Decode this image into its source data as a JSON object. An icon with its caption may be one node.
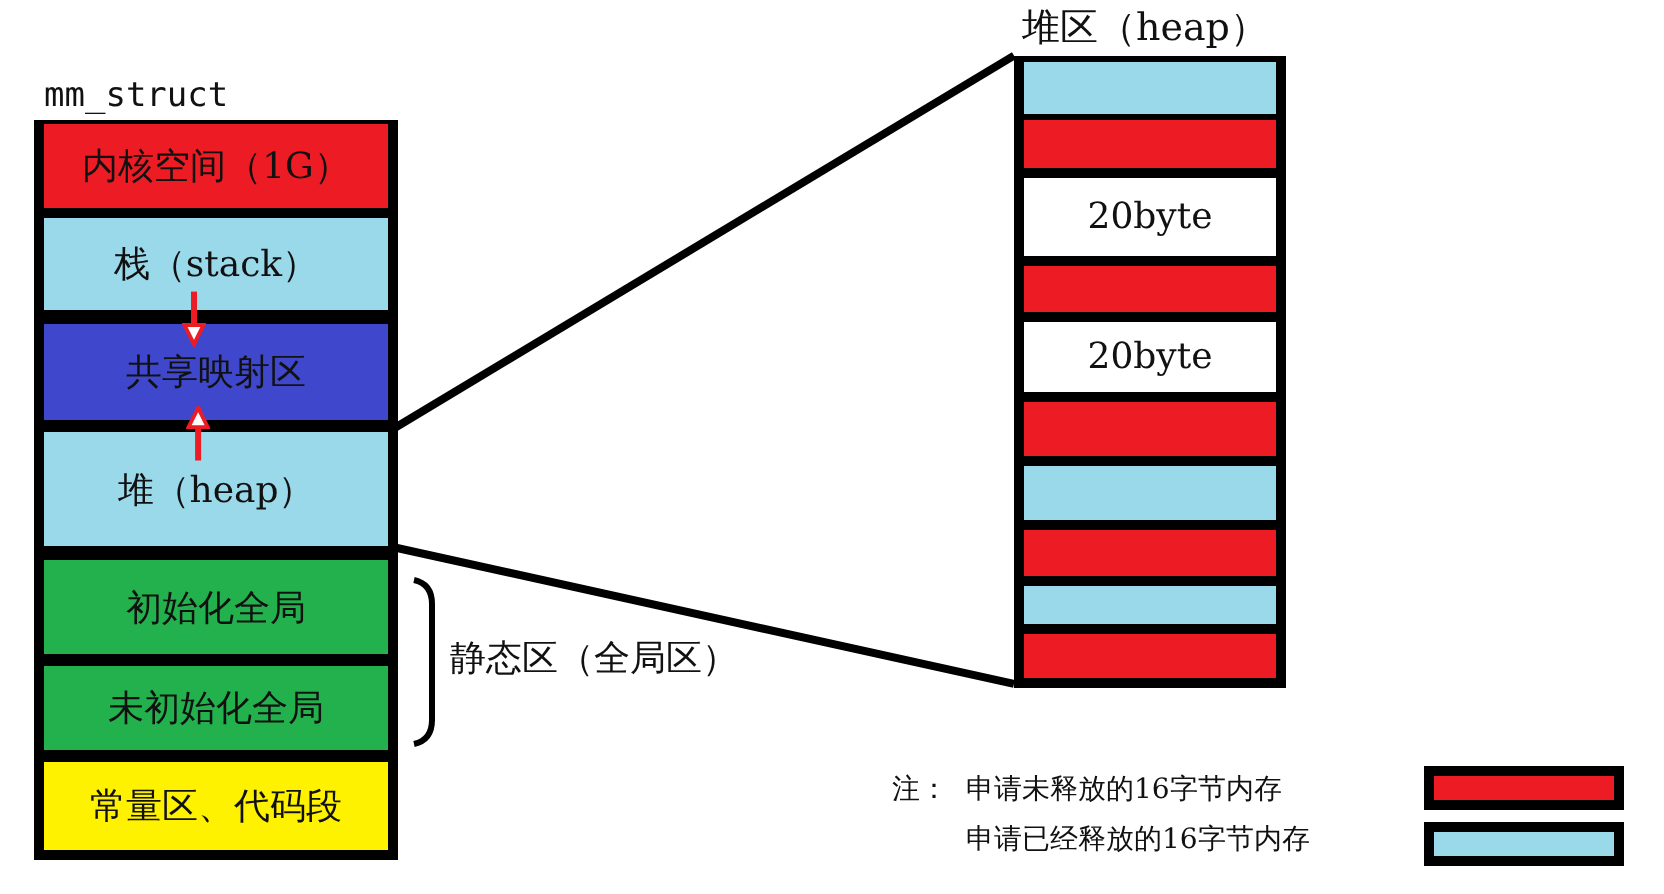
{
  "diagram": {
    "nodes": [
      {
        "text": [
          "mm_struct"
        ]
      },
      {
        "text": [
          "内核空间（1G）"
        ],
        "in": 0
      },
      {
        "text": [
          "栈（stack）"
        ],
        "in": 0
      },
      {
        "text": [
          "共享映射区"
        ],
        "in": 0
      },
      {
        "text": [
          "堆（heap）"
        ],
        "in": 0
      },
      {
        "text": [
          "初始化全局"
        ],
        "in": 0
      },
      {
        "text": [
          "未初始化全局"
        ],
        "in": 0
      },
      {
        "text": [
          "常量区、代码段"
        ],
        "in": 0
      },
      {
        "text": [
          "堆区（heap）"
        ]
      },
      {
        "text": [],
        "shape": "bar",
        "in": 8
      },
      {
        "text": [],
        "shape": "bar",
        "in": 8
      },
      {
        "text": [
          "20byte"
        ],
        "in": 8
      },
      {
        "text": [],
        "shape": "bar",
        "in": 8
      },
      {
        "text": [
          "20byte"
        ],
        "in": 8
      },
      {
        "text": [],
        "shape": "bar",
        "in": 8
      },
      {
        "text": [],
        "shape": "bar",
        "in": 8
      },
      {
        "text": [],
        "shape": "bar",
        "in": 8
      },
      {
        "text": [],
        "shape": "bar",
        "in": 8
      },
      {
        "text": [],
        "shape": "bar",
        "in": 8
      }
    ],
    "edges": [
      {
        "from": 4,
        "to": 8,
        "arrow": "none"
      },
      {
        "from": 4,
        "to": 8,
        "arrow": "none"
      },
      {
        "from": 2,
        "to": 3,
        "arrow": "to",
        "color": "#ed1c24"
      },
      {
        "from": 4,
        "to": 3,
        "arrow": "to",
        "color": "#ed1c24"
      }
    ],
    "labels": [
      "静态区（全局区）",
      "注："
    ],
    "legend": [
      {
        "text": "申请未释放的16字节内存",
        "color": "#ed1c24"
      },
      {
        "text": "申请已经释放的16字节内存",
        "color": "#99d9ea"
      }
    ]
  }
}
